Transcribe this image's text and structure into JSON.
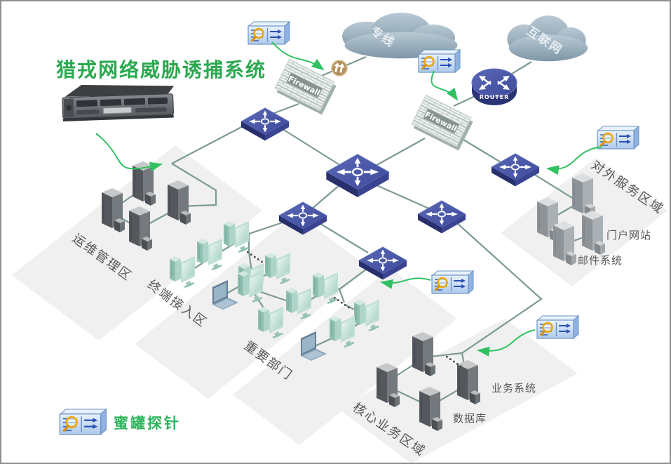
{
  "title": "猎戎网络威胁诱捕系统",
  "legend": {
    "label": "蜜罐探针"
  },
  "clouds": {
    "dedicated": "专线",
    "internet": "互联网"
  },
  "devices": {
    "firewall": "Firewall",
    "router": "ROUTER"
  },
  "zones": {
    "ops": "运维管理区",
    "terminal": "终端接入区",
    "important": "重要部门",
    "core": "核心业务区域",
    "external": "对外服务区域"
  },
  "system_labels": {
    "portal": "门户网站",
    "mail": "邮件系统",
    "business": "业务系统",
    "database": "数据库"
  },
  "icons": {
    "probe": "honeypot-probe",
    "magnifier": "magnifier",
    "uplink": "gold-uplink"
  },
  "colors": {
    "title_green": "#2aa84f",
    "accent_green": "#2fc161",
    "line_teal": "#7d9a95",
    "switch_blue": "#4a57a8",
    "probe_blue": "#bcd6f2",
    "zone_gray": "#f0f0f0",
    "cloud_blue": "#98aebc",
    "gold": "#b3905e"
  }
}
